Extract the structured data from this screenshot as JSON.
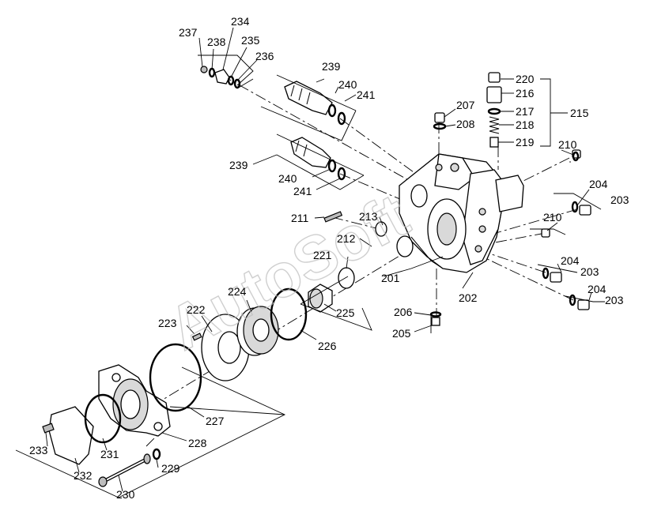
{
  "watermark": "AutoSoft",
  "callouts": {
    "c201": "201",
    "c202": "202",
    "c203a": "203",
    "c203b": "203",
    "c203c": "203",
    "c204a": "204",
    "c204b": "204",
    "c204c": "204",
    "c205": "205",
    "c206": "206",
    "c207": "207",
    "c208": "208",
    "c210a": "210",
    "c210b": "210",
    "c211": "211",
    "c212": "212",
    "c213": "213",
    "c215": "215",
    "c216": "216",
    "c217": "217",
    "c218": "218",
    "c219": "219",
    "c220": "220",
    "c221": "221",
    "c222": "222",
    "c223": "223",
    "c224": "224",
    "c225": "225",
    "c226": "226",
    "c227": "227",
    "c228": "228",
    "c229": "229",
    "c230": "230",
    "c231": "231",
    "c232": "232",
    "c233": "233",
    "c234": "234",
    "c235": "235",
    "c236": "236",
    "c237": "237",
    "c238": "238",
    "c239a": "239",
    "c239b": "239",
    "c240a": "240",
    "c240b": "240",
    "c241a": "241",
    "c241b": "241"
  }
}
